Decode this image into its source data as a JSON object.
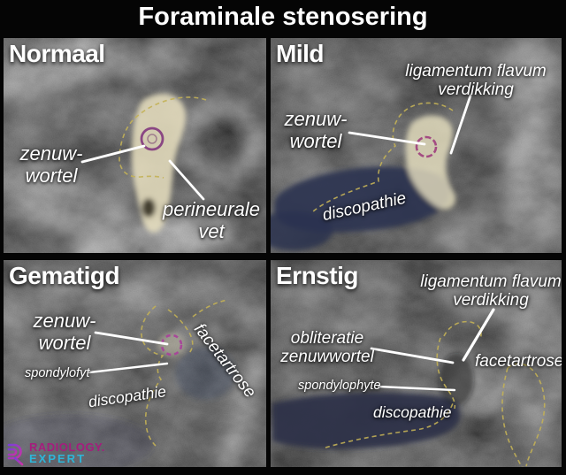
{
  "title": "Foraminale stenosering",
  "colors": {
    "background": "#000000",
    "title_text": "#ffffff",
    "label_text": "#ffffff",
    "leader_line": "#ffffff",
    "dashed_outline": "#c3b156",
    "nerve_root_outline": "#8e3f87",
    "disc_overlay": "#2c3450",
    "perineural_fat": "#e9e1c0",
    "logo_radiology_color": "#a51d7d",
    "logo_expert_color": "#2db6d9"
  },
  "panels": [
    {
      "title": "Normaal",
      "labels": [
        {
          "name": "zenuwwortel",
          "text": "zenuw-\nwortel"
        },
        {
          "name": "perineurale-vet",
          "text": "perineurale\nvet"
        }
      ]
    },
    {
      "title": "Mild",
      "labels": [
        {
          "name": "ligamentum-flavum-verdikking",
          "text": "ligamentum flavum\nverdikking"
        },
        {
          "name": "zenuwwortel",
          "text": "zenuw-\nwortel"
        },
        {
          "name": "discopathie",
          "text": "discopathie"
        }
      ]
    },
    {
      "title": "Gematigd",
      "labels": [
        {
          "name": "zenuwwortel",
          "text": "zenuw-\nwortel"
        },
        {
          "name": "spondylofyt",
          "text": "spondylofyt"
        },
        {
          "name": "discopathie",
          "text": "discopathie"
        },
        {
          "name": "facetartrose",
          "text": "facetartrose"
        }
      ]
    },
    {
      "title": "Ernstig",
      "labels": [
        {
          "name": "ligamentum-flavum-verdikking",
          "text": "ligamentum flavum\nverdikking"
        },
        {
          "name": "obliteratie-zenuwwortel",
          "text": "obliteratie\nzenuwwortel"
        },
        {
          "name": "spondylophyte",
          "text": "spondylophyte"
        },
        {
          "name": "discopathie",
          "text": "discopathie"
        },
        {
          "name": "facetartrose",
          "text": "facetartrose"
        }
      ]
    }
  ],
  "logo": {
    "brand_line1": "RADIOLOGY.",
    "brand_line2": "EXPERT"
  }
}
